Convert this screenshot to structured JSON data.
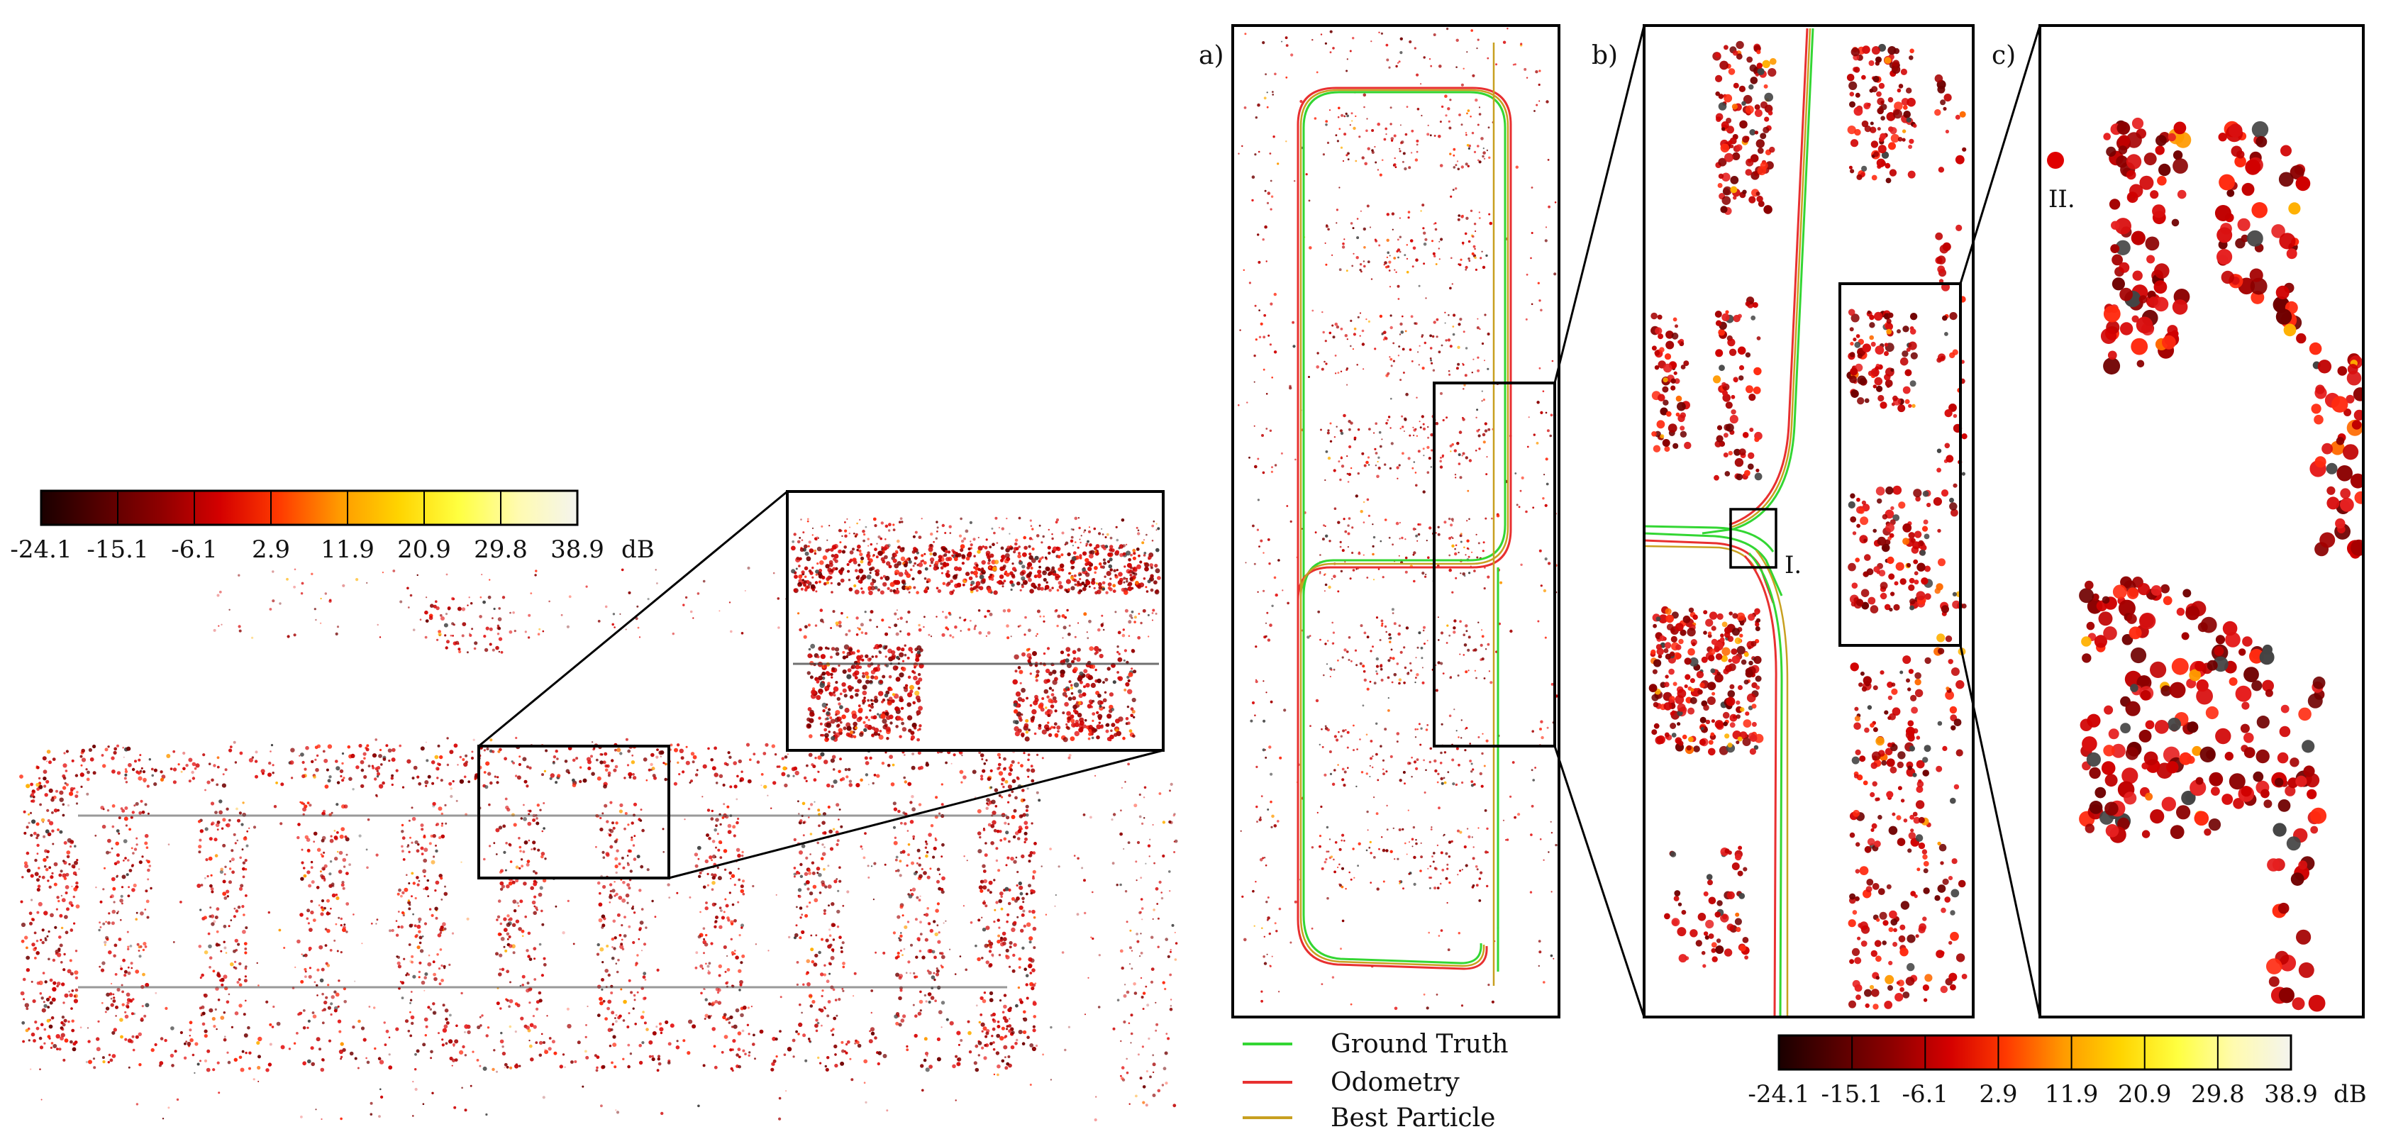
{
  "colorbar": {
    "ticks": [
      "-24.1",
      "-15.1",
      "-6.1",
      "2.9",
      "11.9",
      "20.9",
      "29.8",
      "38.9"
    ],
    "unit": "dB",
    "colors": [
      "#1a0000",
      "#550000",
      "#8e0000",
      "#d40000",
      "#ff3a00",
      "#ff9a00",
      "#ffd400",
      "#ffff40",
      "#fffbb0",
      "#f4f4ee"
    ]
  },
  "panels": {
    "a": "a)",
    "b": "b)",
    "c": "c)"
  },
  "annotations": {
    "i": "I.",
    "ii": "II."
  },
  "legend": [
    {
      "label": "Ground Truth",
      "color": "#33d633"
    },
    {
      "label": "Odometry",
      "color": "#e83030"
    },
    {
      "label": "Best Particle",
      "color": "#c8a020"
    }
  ]
}
